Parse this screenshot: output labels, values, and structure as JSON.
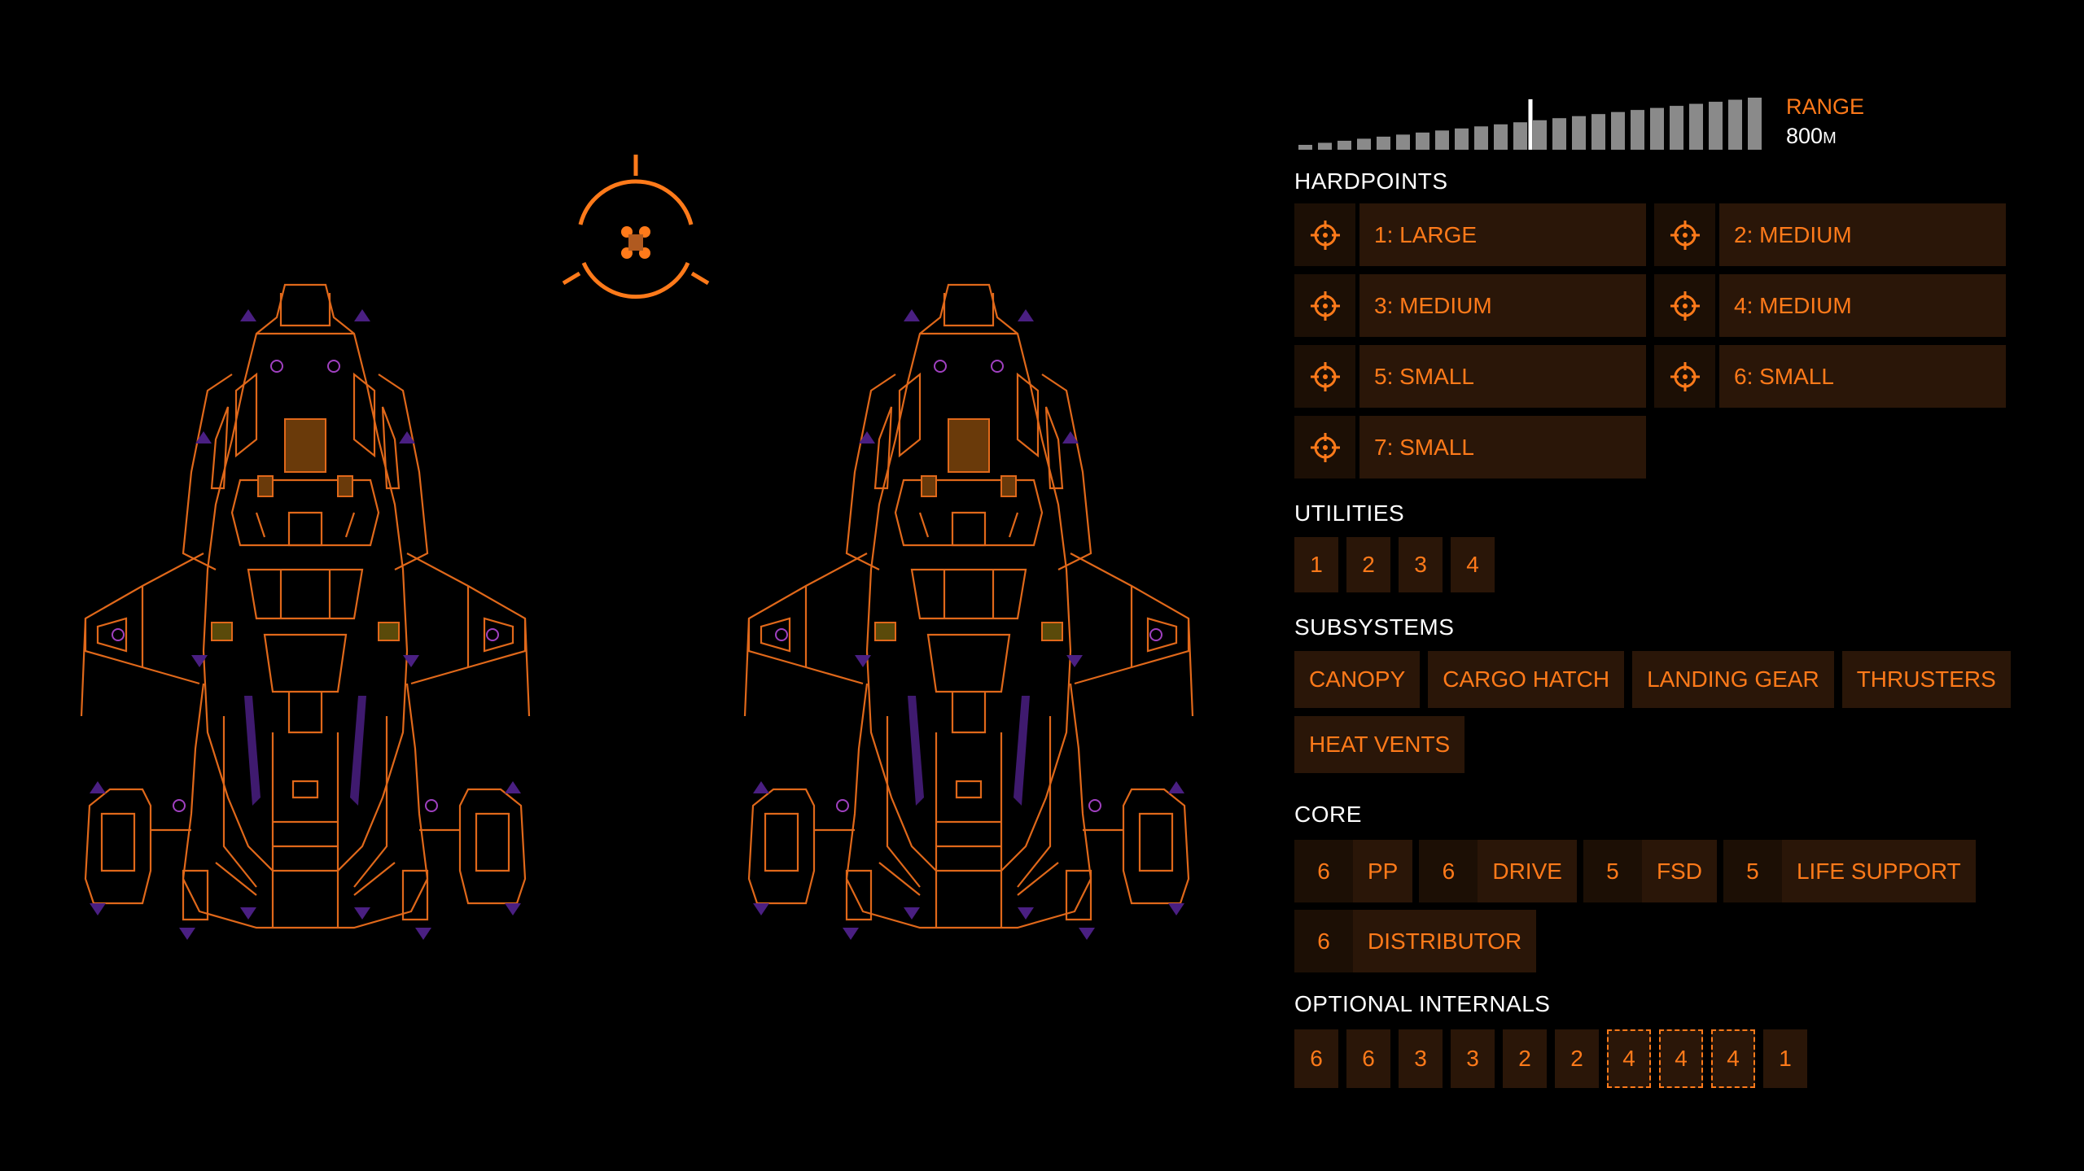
{
  "range": {
    "label": "RANGE",
    "value": "800",
    "unit": "M",
    "level": 0.5
  },
  "hardpoints": {
    "title": "HARDPOINTS",
    "items": [
      "1: LARGE",
      "2: MEDIUM",
      "3: MEDIUM",
      "4: MEDIUM",
      "5: SMALL",
      "6: SMALL",
      "7: SMALL"
    ]
  },
  "utilities": {
    "title": "UTILITIES",
    "items": [
      "1",
      "2",
      "3",
      "4"
    ]
  },
  "subsystems": {
    "title": "SUBSYSTEMS",
    "items": [
      "CANOPY",
      "CARGO HATCH",
      "LANDING GEAR",
      "THRUSTERS",
      "HEAT VENTS"
    ]
  },
  "core": {
    "title": "CORE",
    "items": [
      {
        "size": "6",
        "name": "PP"
      },
      {
        "size": "6",
        "name": "DRIVE"
      },
      {
        "size": "5",
        "name": "FSD"
      },
      {
        "size": "5",
        "name": "LIFE SUPPORT"
      },
      {
        "size": "6",
        "name": "DISTRIBUTOR"
      }
    ]
  },
  "optional": {
    "title": "OPTIONAL INTERNALS",
    "items": [
      "6",
      "6",
      "3",
      "3",
      "2",
      "2",
      "4",
      "4",
      "4",
      "1"
    ],
    "selected": [
      false,
      false,
      false,
      false,
      false,
      false,
      true,
      true,
      true,
      false
    ]
  },
  "colors": {
    "accent": "#ff7a1a",
    "box": "#2a1608",
    "purple": "#5a2a8a"
  },
  "icons": {
    "hardpoint": "crosshair-icon",
    "target": "target-ring-icon"
  }
}
